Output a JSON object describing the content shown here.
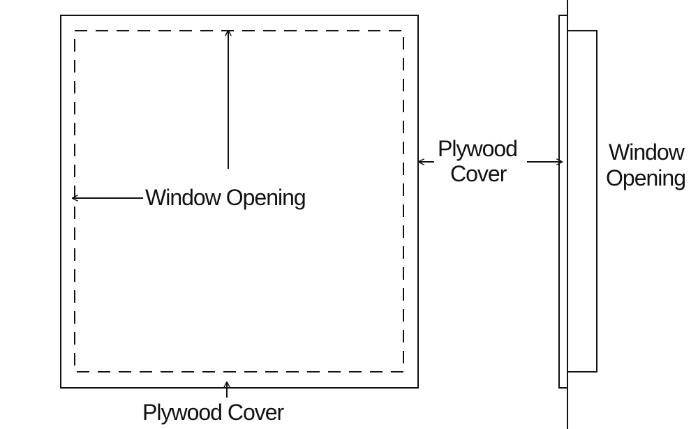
{
  "colors": {
    "line": "#111111",
    "background": "#ffffff"
  },
  "front_view": {
    "window_opening_label": "Window Opening",
    "plywood_cover_label": "Plywood Cover"
  },
  "side_view": {
    "plywood_cover_line1": "Plywood",
    "plywood_cover_line2": "Cover",
    "window_opening_line1": "Window",
    "window_opening_line2": "Opening"
  }
}
